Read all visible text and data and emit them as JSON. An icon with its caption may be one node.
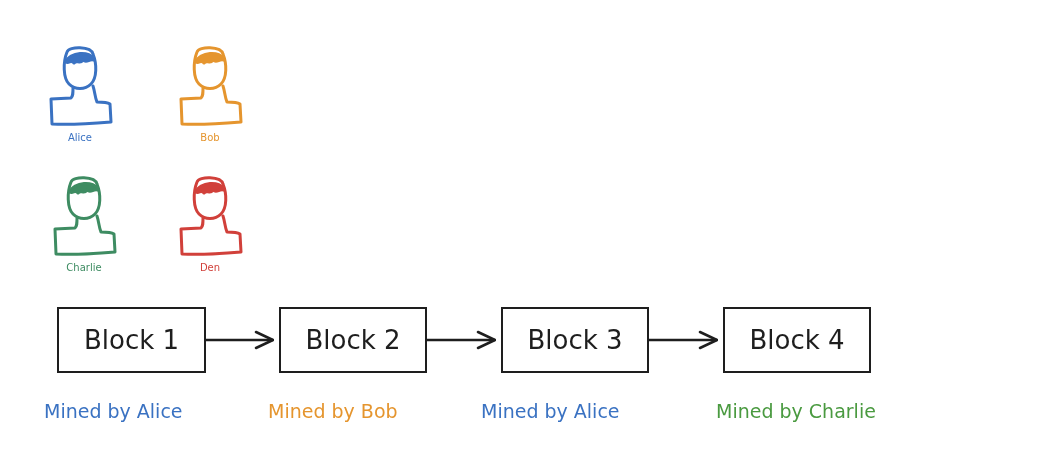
{
  "diagram": {
    "nodes": [
      {
        "text": [
          "Alice"
        ]
      },
      {
        "text": [
          "Bob"
        ]
      },
      {
        "text": [
          "Charlie"
        ]
      },
      {
        "text": [
          "Den"
        ]
      },
      {
        "text": [
          "Block 1"
        ],
        "beside": [
          "Mined by Alice"
        ]
      },
      {
        "text": [
          "Block 2"
        ],
        "beside": [
          "Mined by Bob"
        ]
      },
      {
        "text": [
          "Block 3"
        ],
        "beside": [
          "Mined by Alice"
        ]
      },
      {
        "text": [
          "Block 4"
        ],
        "beside": [
          "Mined by Charlie"
        ]
      }
    ],
    "edges": [
      {
        "from": 4,
        "to": 5,
        "arrow": "to"
      },
      {
        "from": 5,
        "to": 6,
        "arrow": "to"
      },
      {
        "from": 6,
        "to": 7,
        "arrow": "to"
      }
    ]
  }
}
